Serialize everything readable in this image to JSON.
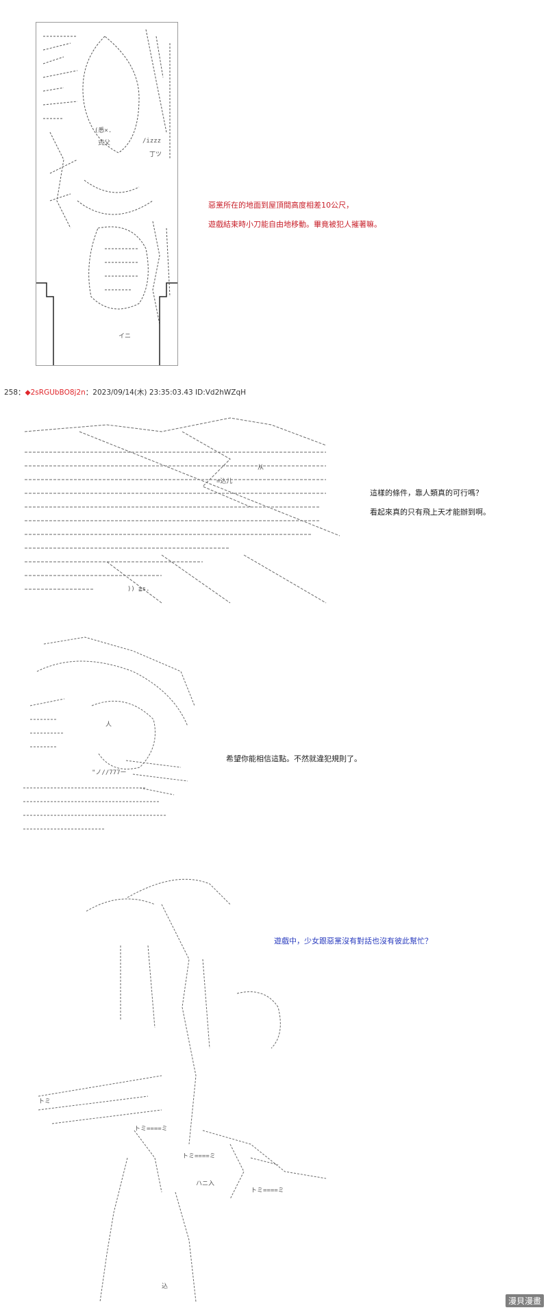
{
  "panels": {
    "one": {
      "lines": [
        "惡黨所在的地面到屋頂間高度相差10公尺，",
        "遊戲結束時小刀能自由地移動。畢竟被犯人摧著嘛。"
      ]
    },
    "header": {
      "post_number": "258：",
      "diamond": "◆",
      "trip": "2sRGUbBO8j2n",
      "date": "：2023/09/14(木) 23:35:03.43 ID:Vd2hWZqH"
    },
    "two": {
      "lines": [
        "這樣的條件，靠人類真的可行嗎？",
        "看起來真的只有飛上天才能辦到啊。"
      ]
    },
    "three": {
      "lines": [
        "希望你能相信這點。不然就違犯規則了。"
      ]
    },
    "four": {
      "lines": [
        "遊戲中，少女跟惡黨沒有對話也沒有彼此幫忙？"
      ]
    }
  },
  "watermark": "漫貝漫畫",
  "colors": {
    "red": "#c8202a",
    "blue": "#2a3cbf",
    "ink": "#444444"
  }
}
